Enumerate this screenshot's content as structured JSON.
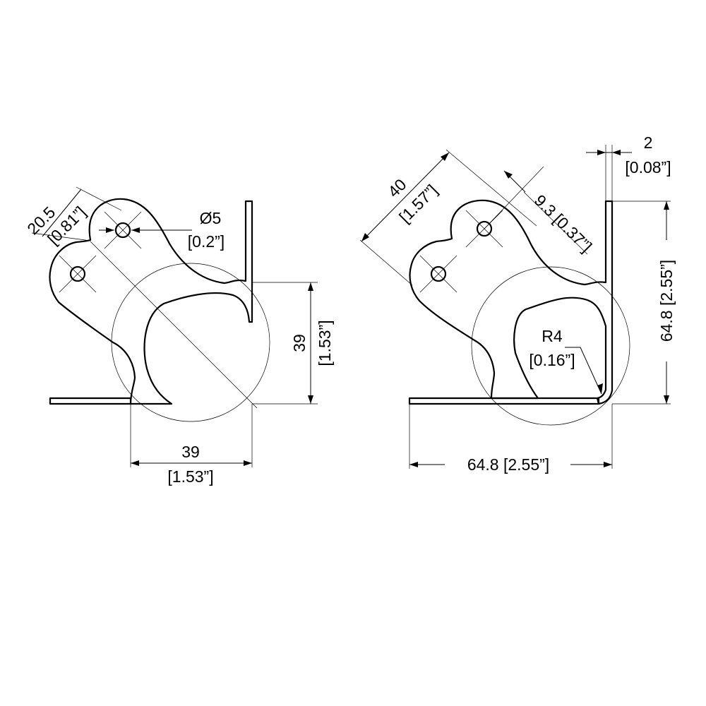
{
  "left_view": {
    "hole_offset": {
      "value": "20.5",
      "inch": "[0.81”]"
    },
    "hole_diameter": {
      "value": "Ø5",
      "inch": "[0.2”]"
    },
    "height": {
      "value": "39",
      "inch": "[1.53”]"
    },
    "width": {
      "value": "39",
      "inch": "[1.53”]"
    }
  },
  "right_view": {
    "thickness": {
      "value": "2",
      "inch": "[0.08”]"
    },
    "diagonal": {
      "value": "40",
      "inch": "[1.57”]"
    },
    "hole_offset": {
      "label": "9.3 [0.37”]"
    },
    "height": {
      "label": "64.8 [2.55”]"
    },
    "radius": {
      "value": "R4",
      "inch": "[0.16”]"
    },
    "width": {
      "label": "64.8 [2.55”]"
    }
  }
}
